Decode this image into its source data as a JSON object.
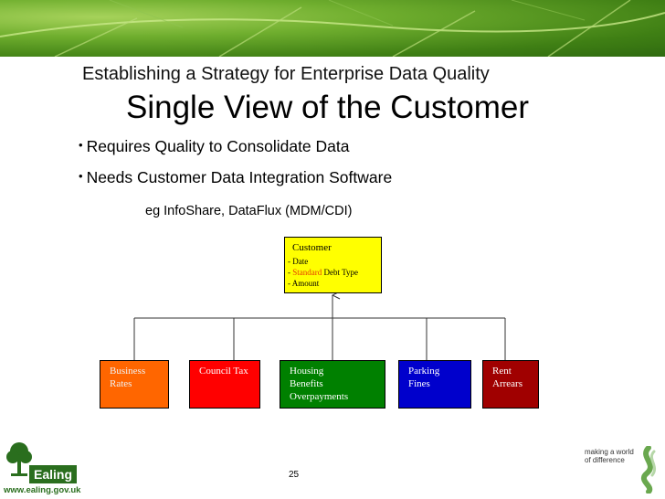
{
  "heading": {
    "subtitle": "Establishing a Strategy for Enterprise Data Quality",
    "title": "Single View of the Customer"
  },
  "bullets": [
    "Requires Quality to Consolidate Data",
    "Needs Customer Data Integration Software"
  ],
  "example_line": "eg InfoShare, DataFlux (MDM/CDI)",
  "customer_box": {
    "title": "Customer",
    "lines": [
      "- Date",
      "Standard",
      " Debt Type",
      "- Amount"
    ]
  },
  "source_boxes": [
    {
      "lines": [
        "Business",
        "Rates"
      ],
      "color": "#ff6600"
    },
    {
      "lines": [
        "Council Tax"
      ],
      "color": "#ff0000"
    },
    {
      "lines": [
        "Housing",
        "Benefits",
        "Overpayments"
      ],
      "color": "#008000"
    },
    {
      "lines": [
        "Parking",
        "Fines"
      ],
      "color": "#0000cc"
    },
    {
      "lines": [
        "Rent",
        "Arrears"
      ],
      "color": "#a00000"
    }
  ],
  "page_number": "25",
  "logos": {
    "ealing_name": "Ealing",
    "ealing_url": "www.ealing.gov.uk",
    "slogan_lines": [
      "making a world",
      "of difference"
    ]
  }
}
